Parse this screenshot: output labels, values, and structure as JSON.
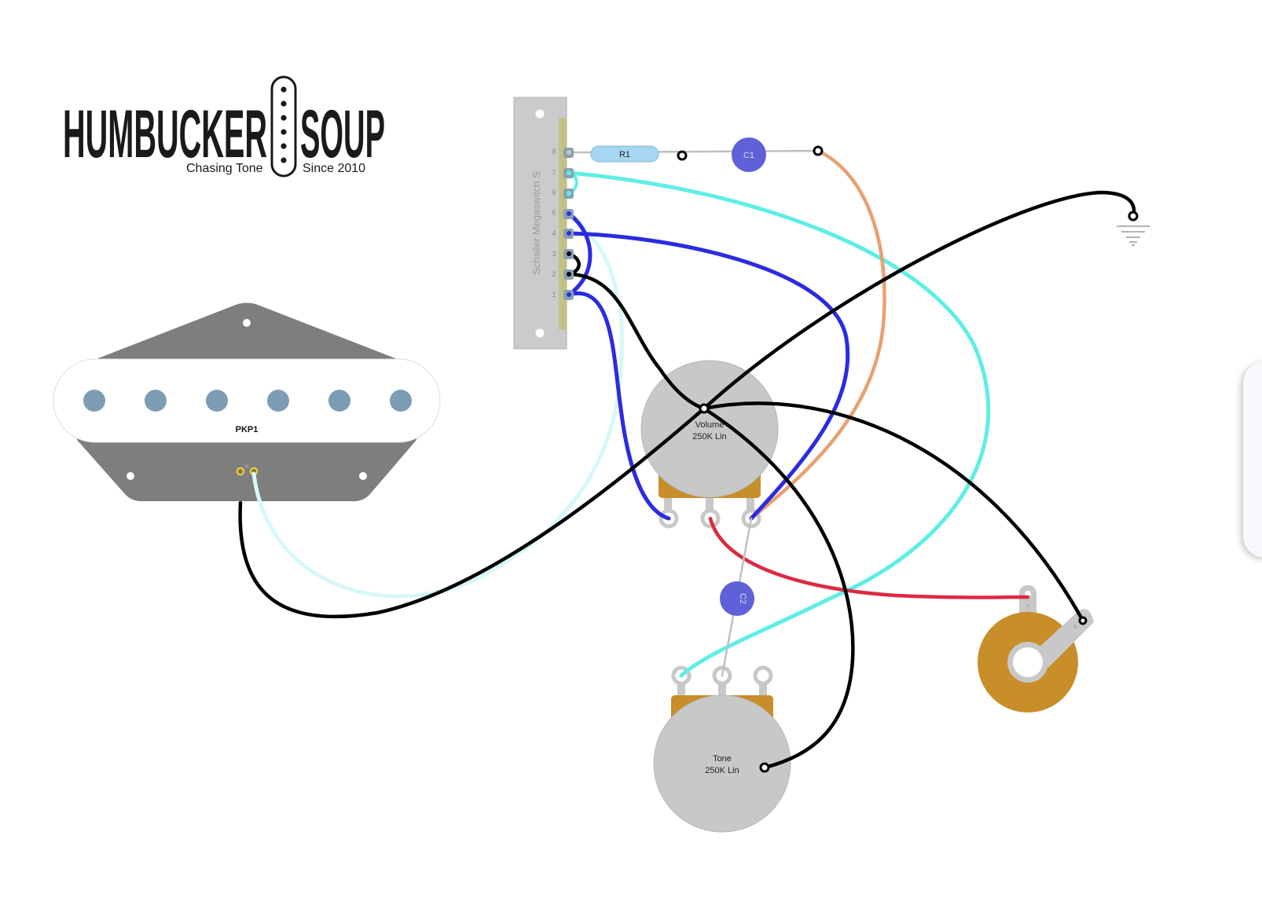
{
  "logo": {
    "brand_left": "HUMBUCKER",
    "brand_right": "SOUP",
    "tagline_left": "Chasing Tone",
    "tagline_right": "Since 2010"
  },
  "switch": {
    "label": "Schaller Megaswitch S",
    "pins": [
      "8",
      "7",
      "6",
      "5",
      "4",
      "3",
      "2",
      "1"
    ]
  },
  "components": {
    "resistor": "R1",
    "capacitor1": "C1",
    "capacitor2": "C2",
    "pickup": "PKP1",
    "pickup_lead": "N",
    "volume_name": "Volume",
    "volume_value": "250K Lin",
    "tone_name": "Tone",
    "tone_value": "250K Lin",
    "jack_tip": "T",
    "jack_sleeve": "S"
  },
  "colors": {
    "wire_black": "#000000",
    "wire_blue": "#2b2be0",
    "wire_cyan": "#5eeee6",
    "wire_light_cyan": "#d6f8f8",
    "wire_orange": "#e8a070",
    "wire_red": "#dc2a40",
    "pot_body": "#c8c8c8",
    "pot_base": "#c88e2a",
    "cap_blue": "#6060d8",
    "resistor_blue": "#a6d6f2",
    "pickup_plate": "#7e7e7e",
    "pole_piece": "#7c9db4"
  }
}
